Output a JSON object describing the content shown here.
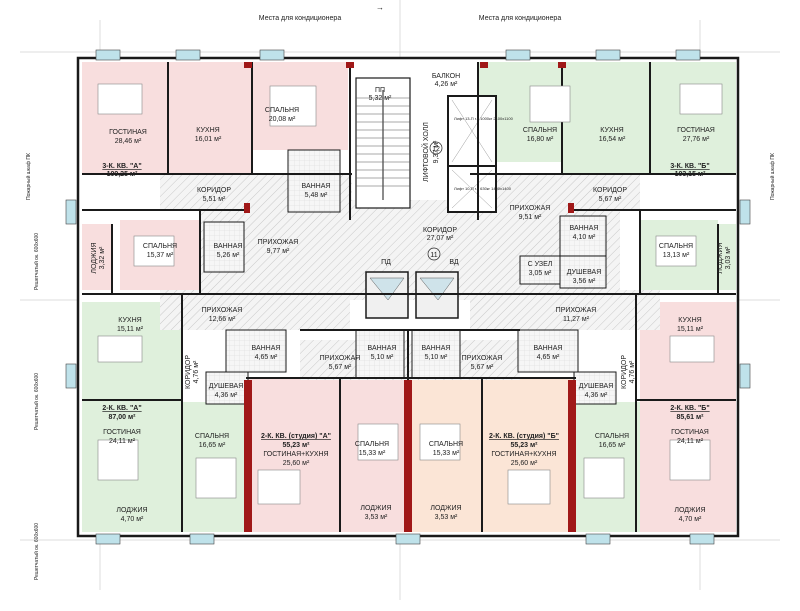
{
  "top_notes": [
    "Места для кондиционера",
    "Места для кондиционера"
  ],
  "side_notes": [
    "Пожарный шкаф ПК",
    "Пожарный шкаф ПК",
    "Решетчатый ок. 600х600",
    "Решетчатый ок. 600х600",
    "Решетчатый ок. 600х600"
  ],
  "core": {
    "pp_label": "ПП",
    "pp_area": "5,32 м²",
    "lift_hall_label": "ЛИФТОВОЙ ХОЛЛ",
    "lift_hall_area": "9,37 м²",
    "balcony_label": "БАЛКОН",
    "balcony_area": "4,26 м²",
    "lift1": "Лифт 13-П г.п 1000кг 2100х1100",
    "lift2": "Лифт 10-П г.п 630кг 1400х1400",
    "num12": "12",
    "num11": "11",
    "corridor_label": "КОРИДОР",
    "corridor_area": "27,07 м²",
    "pd": "ПД",
    "vd": "ВД"
  },
  "rooms": {
    "r1": {
      "label": "ГОСТИНАЯ",
      "area": "28,46 м²"
    },
    "r2": {
      "label": "КУХНЯ",
      "area": "16,01 м²"
    },
    "r3": {
      "label": "СПАЛЬНЯ",
      "area": "20,08 м²"
    },
    "r4": {
      "label": "КОРИДОР",
      "area": "5,51 м²"
    },
    "r5": {
      "label": "ВАННАЯ",
      "area": "5,48 м²"
    },
    "r6": {
      "label": "СПАЛЬНЯ",
      "area": "15,37 м²"
    },
    "r7": {
      "label": "ВАННАЯ",
      "area": "5,26 м²"
    },
    "r8": {
      "label": "ЛОДЖИЯ",
      "area": "3,32 м²"
    },
    "r9": {
      "label": "ПРИХОЖАЯ",
      "area": "9,77 м²"
    },
    "r10": {
      "label": "СПАЛЬНЯ",
      "area": "16,80 м²"
    },
    "r11": {
      "label": "КУХНЯ",
      "area": "16,54 м²"
    },
    "r12": {
      "label": "ГОСТИНАЯ",
      "area": "27,76 м²"
    },
    "r13": {
      "label": "КОРИДОР",
      "area": "5,67 м²"
    },
    "r14": {
      "label": "ПРИХОЖАЯ",
      "area": "9,51 м²"
    },
    "r15": {
      "label": "ВАННАЯ",
      "area": "4,10 м²"
    },
    "r16": {
      "label": "С УЗЕЛ",
      "area": "3,05 м²"
    },
    "r17": {
      "label": "ДУШЕВАЯ",
      "area": "3,56 м²"
    },
    "r18": {
      "label": "СПАЛЬНЯ",
      "area": "13,13 м²"
    },
    "r19": {
      "label": "ЛОДЖИЯ",
      "area": "3,03 м²"
    },
    "r20": {
      "label": "КУХНЯ",
      "area": "15,11 м²"
    },
    "r21": {
      "label": "ПРИХОЖАЯ",
      "area": "12,66 м²"
    },
    "r22": {
      "label": "ВАННАЯ",
      "area": "4,65 м²"
    },
    "r23": {
      "label": "КОРИДОР",
      "area": "4,76 м²"
    },
    "r24": {
      "label": "ДУШЕВАЯ",
      "area": "4,36 м²"
    },
    "r25": {
      "label": "ГОСТИНАЯ",
      "area": "24,11 м²"
    },
    "r26": {
      "label": "СПАЛЬНЯ",
      "area": "16,65 м²"
    },
    "r27": {
      "label": "ЛОДЖИЯ",
      "area": "4,70 м²"
    },
    "r28": {
      "label": "ПРИХОЖАЯ",
      "area": "5,67 м²"
    },
    "r29": {
      "label": "ВАННАЯ",
      "area": "5,10 м²"
    },
    "r30": {
      "label": "ВАННАЯ",
      "area": "5,10 м²"
    },
    "r31": {
      "label": "ПРИХОЖАЯ",
      "area": "5,67 м²"
    },
    "r32": {
      "label": "ГОСТИНАЯ+КУХНЯ",
      "area": "25,60 м²"
    },
    "r33": {
      "label": "СПАЛЬНЯ",
      "area": "15,33 м²"
    },
    "r34": {
      "label": "ЛОДЖИЯ",
      "area": "3,53 м²"
    },
    "r35": {
      "label": "СПАЛЬНЯ",
      "area": "15,33 м²"
    },
    "r36": {
      "label": "ЛОДЖИЯ",
      "area": "3,53 м²"
    },
    "r37": {
      "label": "ГОСТИНАЯ+КУХНЯ",
      "area": "25,60 м²"
    },
    "r38": {
      "label": "ПРИХОЖАЯ",
      "area": "11,27 м²"
    },
    "r39": {
      "label": "ВАННАЯ",
      "area": "4,65 м²"
    },
    "r40": {
      "label": "КОРИДОР",
      "area": "4,76 м²"
    },
    "r41": {
      "label": "ДУШЕВАЯ",
      "area": "4,36 м²"
    },
    "r42": {
      "label": "КУХНЯ",
      "area": "15,11 м²"
    },
    "r43": {
      "label": "ГОСТИНАЯ",
      "area": "24,11 м²"
    },
    "r44": {
      "label": "СПАЛЬНЯ",
      "area": "16,65 м²"
    },
    "r45": {
      "label": "ЛОДЖИЯ",
      "area": "4,70 м²"
    }
  },
  "apartments": {
    "a1": {
      "title": "3-К. КВ. \"А\"",
      "area": "109,25 м²"
    },
    "a2": {
      "title": "3-К. КВ. \"Б\"",
      "area": "103,15 м²"
    },
    "a3": {
      "title": "2-К. КВ. \"А\"",
      "area": "87,00 м²"
    },
    "a4": {
      "title": "2-К. КВ. (студия) \"А\"",
      "area": "55,23 м²"
    },
    "a5": {
      "title": "2-К. КВ. (студия) \"Б\"",
      "area": "55,23 м²"
    },
    "a6": {
      "title": "2-К. КВ. \"Б\"",
      "area": "85,61 м²"
    }
  },
  "colors": {
    "green": "#dff0dc",
    "pink": "#f8dede",
    "peach": "#fbe5d6",
    "hatch": "#ececec",
    "wall": "#1a1a1a",
    "red_wall": "#a01818",
    "window": "#bfe2ea"
  }
}
